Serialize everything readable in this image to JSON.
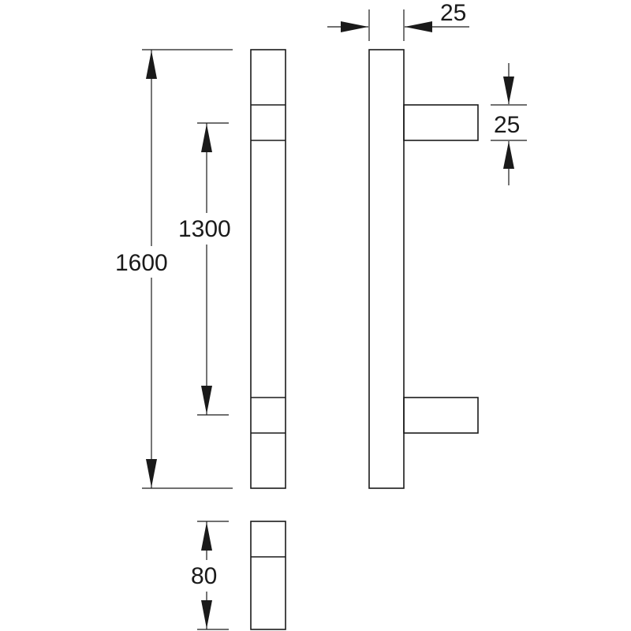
{
  "dimensions": {
    "overall_length": "1600",
    "center_distance": "1300",
    "bar_width": "25",
    "standoff_width": "25",
    "bar_depth": "80"
  },
  "colors": {
    "line": "#1a1a1a",
    "background": "#ffffff"
  }
}
